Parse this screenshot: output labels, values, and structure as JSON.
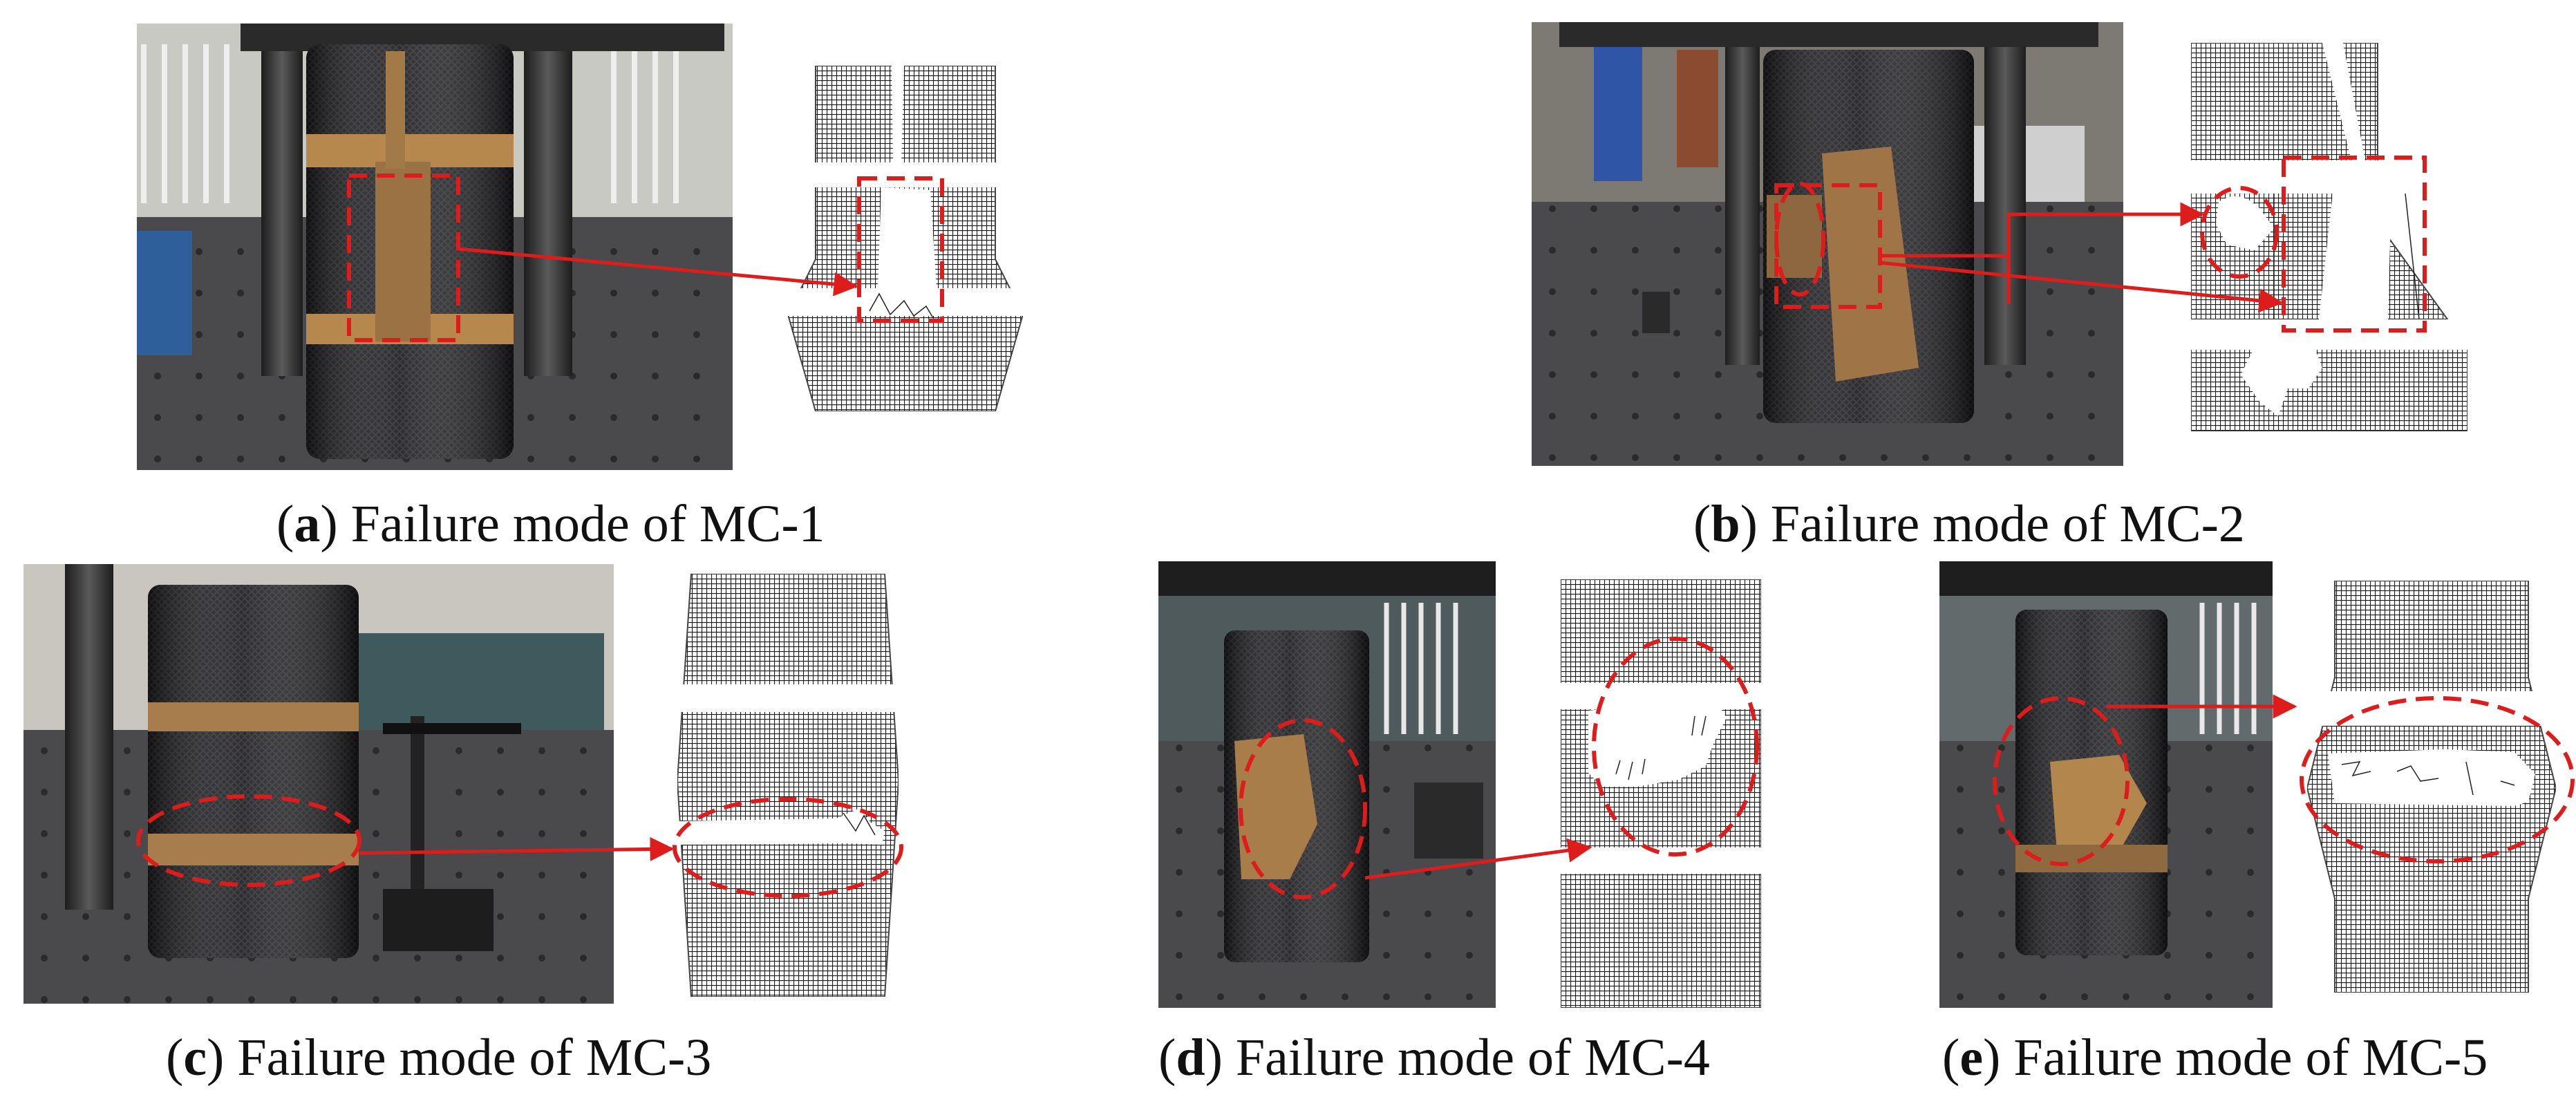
{
  "colors": {
    "marker": "#dd1c1c",
    "mesh": "#1a1a1a",
    "background": "#ffffff"
  },
  "panels": [
    {
      "letter": "a",
      "caption": "Failure mode of MC-1"
    },
    {
      "letter": "b",
      "caption": "Failure mode of MC-2"
    },
    {
      "letter": "c",
      "caption": "Failure mode of MC-3"
    },
    {
      "letter": "d",
      "caption": "Failure mode of MC-4"
    },
    {
      "letter": "e",
      "caption": "Failure mode of MC-5"
    }
  ]
}
